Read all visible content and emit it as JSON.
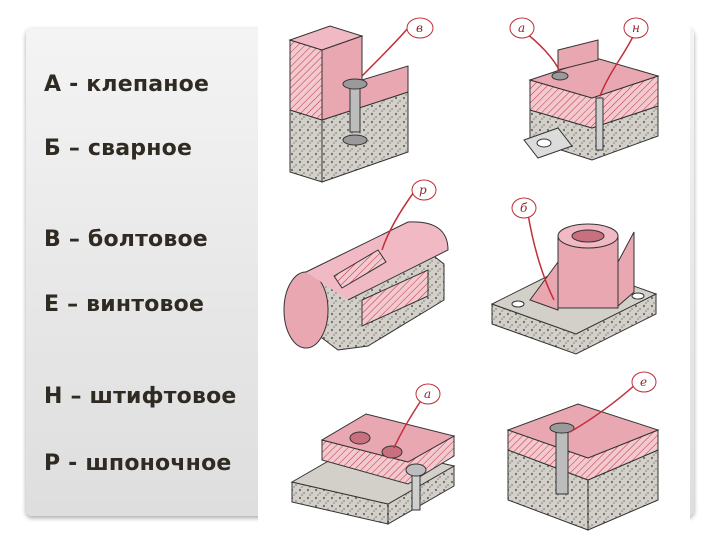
{
  "labels": [
    "А  - клепаное",
    "Б – сварное",
    "В – болтовое",
    "Е – винтовое",
    "Н – штифтовое",
    "Р - шпоночное"
  ],
  "figure_tags": {
    "bolted": "в",
    "riveted_top": "а",
    "pinned": "н",
    "keyed": "р",
    "welded": "б",
    "riveted_bottom": "а",
    "screwed": "е"
  },
  "colors": {
    "pink": "#e9a7b2",
    "pink_dark": "#c8707e",
    "red_line": "#c0303a",
    "stone": "#c9c6c0",
    "text": "#2f2a22"
  }
}
